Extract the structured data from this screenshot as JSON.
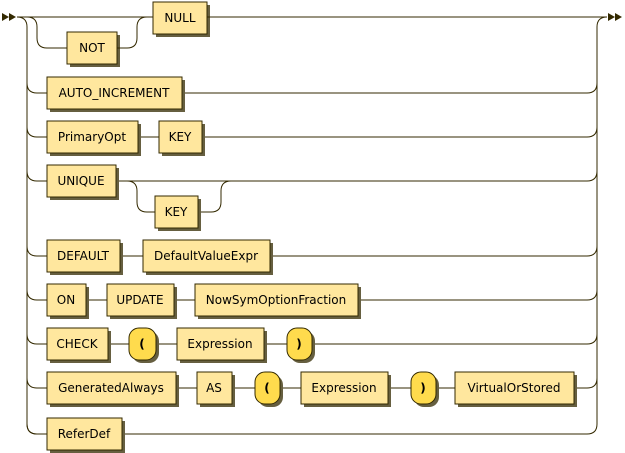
{
  "diagram": {
    "type": "railroad",
    "nodes": {
      "null": "NULL",
      "not": "NOT",
      "auto_increment": "AUTO_INCREMENT",
      "primaryopt": "PrimaryOpt",
      "key1": "KEY",
      "unique": "UNIQUE",
      "key2": "KEY",
      "default": "DEFAULT",
      "defaultvalueexpr": "DefaultValueExpr",
      "on": "ON",
      "update": "UPDATE",
      "nowsym": "NowSymOptionFraction",
      "check": "CHECK",
      "lparen1": "(",
      "expression1": "Expression",
      "rparen1": ")",
      "generatedalways": "GeneratedAlways",
      "as": "AS",
      "lparen2": "(",
      "expression2": "Expression",
      "rparen2": ")",
      "virtualorstored": "VirtualOrStored",
      "referdef": "ReferDef"
    },
    "colors": {
      "box_fill": "#ffe79e",
      "terminal_fill": "#ffdb4d",
      "stroke": "#332900"
    }
  }
}
